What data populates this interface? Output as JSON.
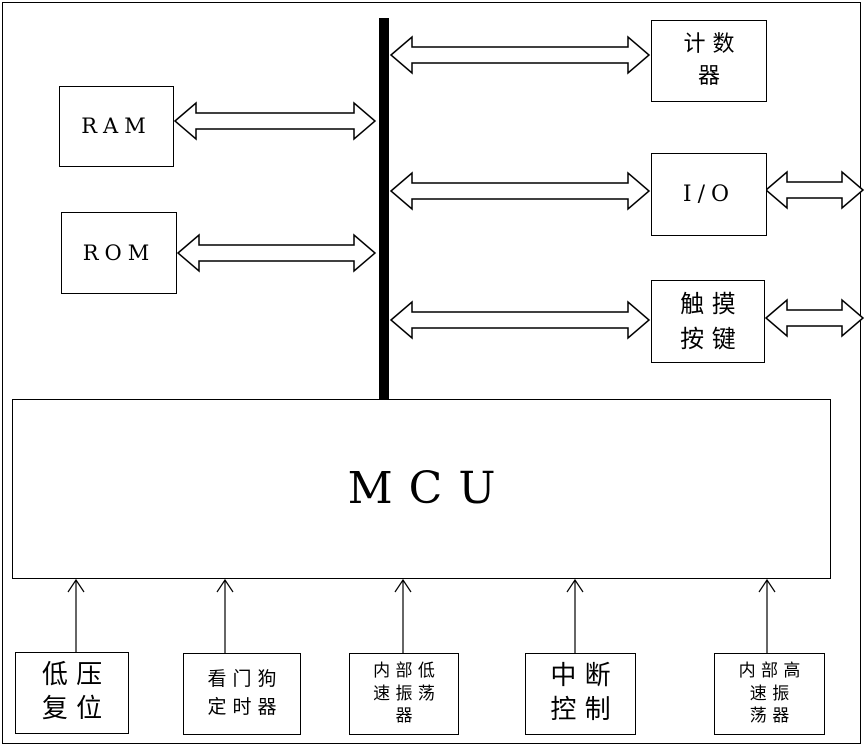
{
  "blocks": {
    "ram": "RAM",
    "rom": "ROM",
    "counter": "计 数\n器",
    "io": "I/O",
    "touch_key": "触 摸\n按 键",
    "mcu": "MCU",
    "low_voltage_reset": "低 压\n复 位",
    "watchdog_timer": "看 门 狗\n定 时 器",
    "internal_low_osc": "内 部 低\n速 振 荡\n器",
    "interrupt_control": "中 断\n控 制",
    "internal_high_osc": "内 部 高\n速 振\n荡 器"
  }
}
